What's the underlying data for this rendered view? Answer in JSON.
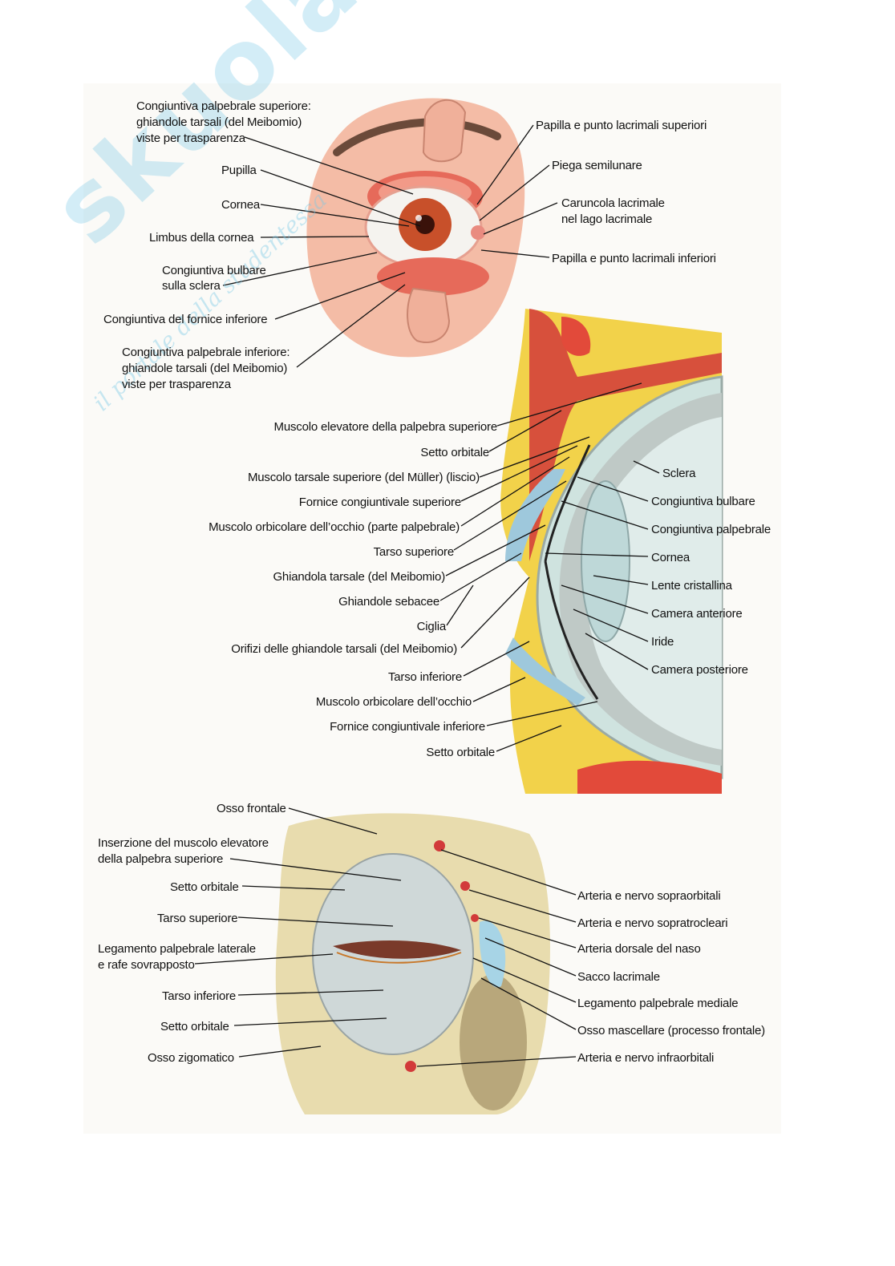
{
  "watermark": {
    "logo": "skuola.net",
    "tagline": "il portale della studentessa"
  },
  "panel_top": {
    "labels_left": [
      "Congiuntiva palpebrale superiore:",
      "ghiandole tarsali (del Meibomio)",
      "viste per trasparenza",
      "Pupilla",
      "Cornea",
      "Limbus della cornea",
      "Congiuntiva bulbare",
      "sulla sclera",
      "Congiuntiva del fornice inferiore",
      "Congiuntiva palpebrale inferiore:",
      "ghiandole tarsali (del Meibomio)",
      "viste per trasparenza"
    ],
    "labels_right": [
      "Papilla e punto lacrimali superiori",
      "Piega semilunare",
      "Caruncola lacrimale",
      "nel lago lacrimale",
      "Papilla e punto lacrimali inferiori"
    ]
  },
  "panel_middle": {
    "labels_left": [
      "Muscolo elevatore della palpebra superiore",
      "Setto orbitale",
      "Muscolo tarsale superiore (del Müller) (liscio)",
      "Fornice congiuntivale superiore",
      "Muscolo orbicolare dell’occhio (parte palpebrale)",
      "Tarso superiore",
      "Ghiandola tarsale (del Meibomio)",
      "Ghiandole sebacee",
      "Ciglia",
      "Orifizi delle ghiandole tarsali (del Meibomio)",
      "Tarso inferiore",
      "Muscolo orbicolare dell’occhio",
      "Fornice congiuntivale inferiore",
      "Setto orbitale"
    ],
    "labels_right": [
      "Sclera",
      "Congiuntiva bulbare",
      "Congiuntiva palpebrale",
      "Cornea",
      "Lente cristallina",
      "Camera anteriore",
      "Iride",
      "Camera posteriore"
    ]
  },
  "panel_bottom": {
    "labels_left": [
      "Osso frontale",
      "Inserzione del muscolo elevatore",
      "della palpebra superiore",
      "Setto orbitale",
      "Tarso superiore",
      "Legamento palpebrale laterale",
      "e rafe sovrapposto",
      "Tarso inferiore",
      "Setto orbitale",
      "Osso zigomatico"
    ],
    "labels_right": [
      "Arteria e nervo sopraorbitali",
      "Arteria e nervo sopratrocleari",
      "Arteria dorsale del naso",
      "Sacco lacrimale",
      "Legamento palpebrale mediale",
      "Osso mascellare (processo frontale)",
      "Arteria e nervo infraorbitali"
    ]
  },
  "colors": {
    "skin": "#f2b6a0",
    "iris": "#c8502a",
    "bone": "#e8dcae",
    "fat": "#f2d24a",
    "muscle": "#d23a3a",
    "eyeball": "#cfe3df",
    "sclera_gray": "#bfc9c6"
  }
}
